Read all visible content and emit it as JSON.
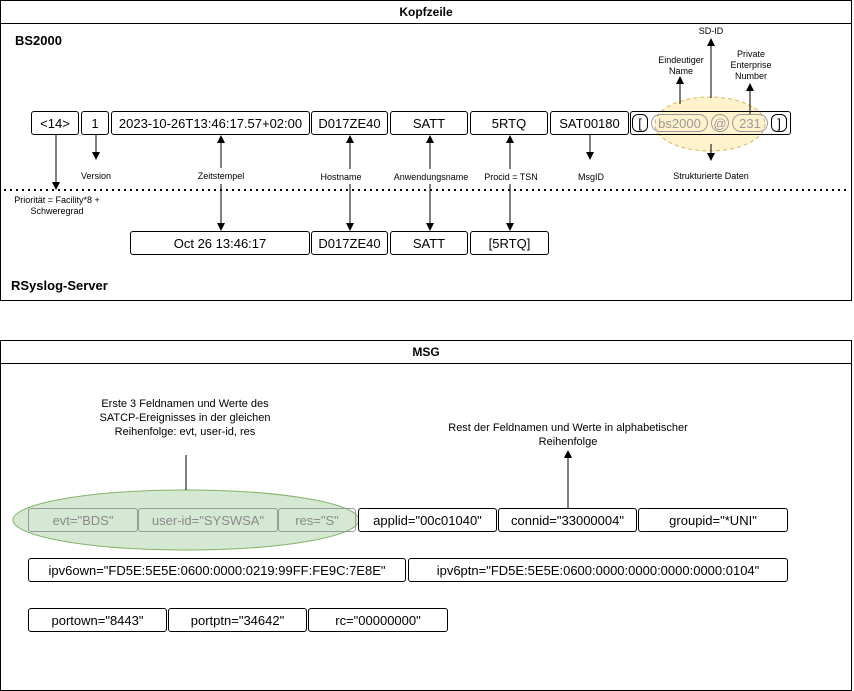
{
  "header_panel": {
    "title": "Kopfzeile",
    "top_label": "BS2000",
    "bottom_label": "RSyslog-Server"
  },
  "bs2000_fields": [
    "<14>",
    "1",
    "2023-10-26T13:46:17.57+02:00",
    "D017ZE40",
    "SATT",
    "5RTQ",
    "SAT00180"
  ],
  "structured_data": {
    "open_bracket": "[",
    "name": "bs2000",
    "at": "@",
    "number": "231",
    "close_bracket": "]"
  },
  "rsyslog_fields": [
    "Oct 26 13:46:17",
    "D017ZE40",
    "SATT",
    "[5RTQ]"
  ],
  "header_notes": {
    "priority": "Priorität = Facility*8 + Schweregrad",
    "version": "Version",
    "timestamp": "Zeitstempel",
    "hostname": "Hostname",
    "appname": "Anwendungsname",
    "procid": "Procid = TSN",
    "msgid": "MsgID",
    "structured": "Strukturierte Daten",
    "sd_id": "SD-ID",
    "unique_name": "Eindeutiger Name",
    "pen": "Private Enterprise Number"
  },
  "msg_panel": {
    "title": "MSG",
    "first_note": "Erste 3 Feldnamen und Werte des SATCP-Ereignisses in der gleichen Reihenfolge: evt, user-id, res",
    "rest_note": "Rest der Feldnamen und Werte in alphabetischer Reihenfolge",
    "first_fields": [
      "evt=\"BDS\"",
      "user-id=\"SYSWSA\"",
      "res=\"S\""
    ],
    "row1_fields": [
      "applid=\"00c01040\"",
      "connid=\"33000004\"",
      "groupid=\"*UNI\""
    ],
    "row2_fields": [
      "ipv6own=\"FD5E:5E5E:0600:0000:0219:99FF:FE9C:7E8E\"",
      "ipv6ptn=\"FD5E:5E5E:0600:0000:0000:0000:0000:0104\""
    ],
    "row3_fields": [
      "portown=\"8443\"",
      "portptn=\"34642\"",
      "rc=\"00000000\""
    ]
  },
  "colors": {
    "ellipse_green_fill": "#d5e8d4",
    "ellipse_green_stroke": "#82b366",
    "ellipse_tan_fill": "#fff2cc",
    "ellipse_tan_stroke": "#d6b656"
  }
}
